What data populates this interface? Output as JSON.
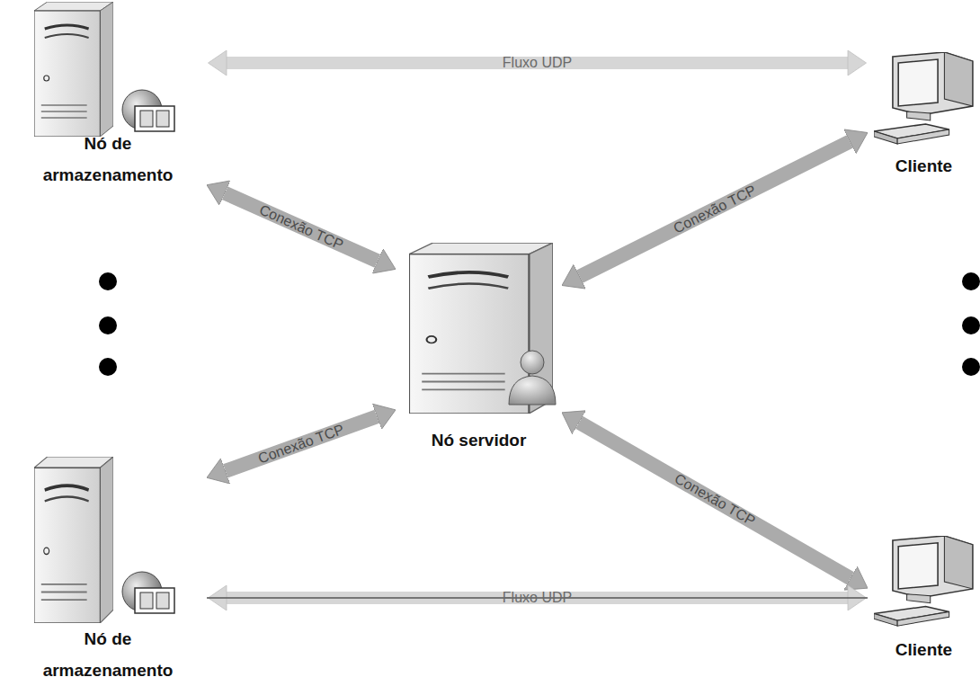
{
  "diagram": {
    "nodes": [
      {
        "text": [
          "Nó de armazenamento"
        ]
      },
      {
        "text": [
          "Cliente"
        ]
      },
      {
        "text": [
          "Nó servidor"
        ]
      },
      {
        "text": [
          "Nó de armazenamento"
        ]
      },
      {
        "text": [
          "Cliente"
        ]
      }
    ],
    "edges": [
      {
        "from": 0,
        "to": 1,
        "label": "Fluxo UDP",
        "arrow": "both"
      },
      {
        "from": 0,
        "to": 2,
        "label": "Conexão TCP",
        "arrow": "both"
      },
      {
        "from": 1,
        "to": 2,
        "label": "Conexão TCP",
        "arrow": "both"
      },
      {
        "from": 3,
        "to": 2,
        "label": "Conexão TCP",
        "arrow": "both"
      },
      {
        "from": 2,
        "to": 4,
        "label": "Conexão TCP",
        "arrow": "both"
      },
      {
        "from": 3,
        "to": 4,
        "label": "Fluxo UDP",
        "arrow": "both"
      }
    ]
  }
}
